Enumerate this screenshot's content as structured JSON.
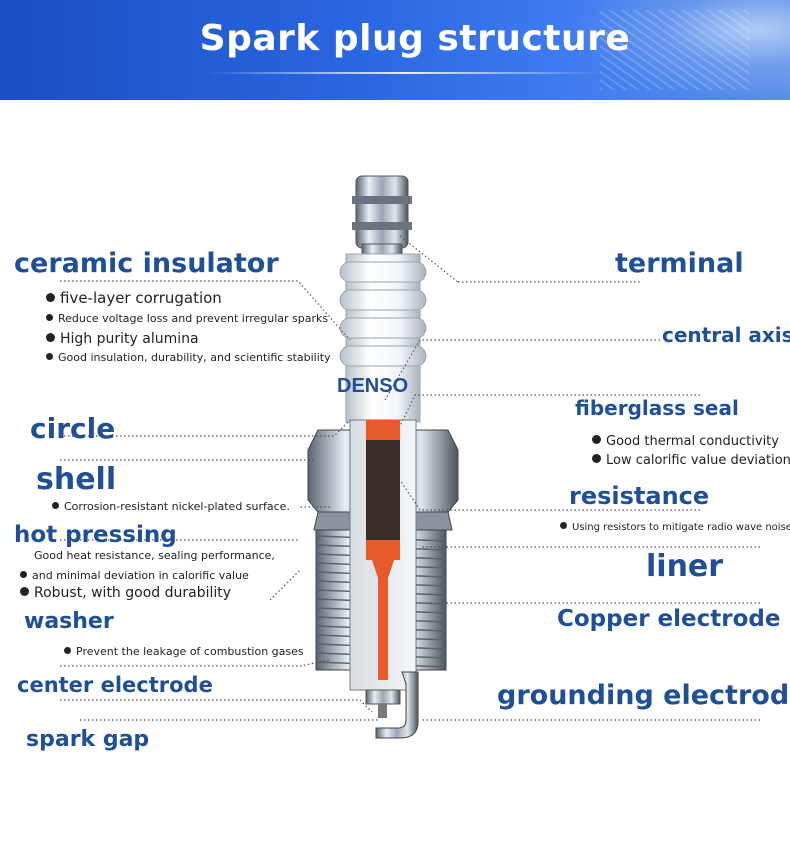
{
  "title": "Spark plug structure",
  "brand": "DENSO",
  "colors": {
    "banner": "#2a66e0",
    "label": "#1f4f96",
    "core": "#e85a2a"
  },
  "labels": {
    "ceramic_insulator": "ceramic insulator",
    "terminal": "terminal",
    "central_axis": "central axis",
    "fiberglass_seal": "fiberglass seal",
    "circle": "circle",
    "shell": "shell",
    "resistance": "resistance",
    "hot_pressing": "hot pressing",
    "liner": "liner",
    "washer": "washer",
    "copper_electrode": "Copper electrode",
    "center_electrode": "center electrode",
    "grounding_electrode": "grounding electrode",
    "spark_gap": "spark gap"
  },
  "notes": {
    "insulator": [
      "five-layer corrugation",
      "Reduce voltage loss and prevent irregular sparks",
      "High purity alumina",
      "Good insulation, durability, and scientific stability"
    ],
    "fiberglass": [
      "Good thermal conductivity",
      "Low calorific value deviation"
    ],
    "shell": "Corrosion-resistant nickel-plated surface.",
    "resistance": "Using resistors to mitigate radio wave noise",
    "hot_pressing_1": "Good heat resistance, sealing performance,",
    "hot_pressing_2": "and minimal deviation in calorific value",
    "hot_pressing_3": "Robust, with good durability",
    "washer": "Prevent the leakage of combustion gases"
  }
}
